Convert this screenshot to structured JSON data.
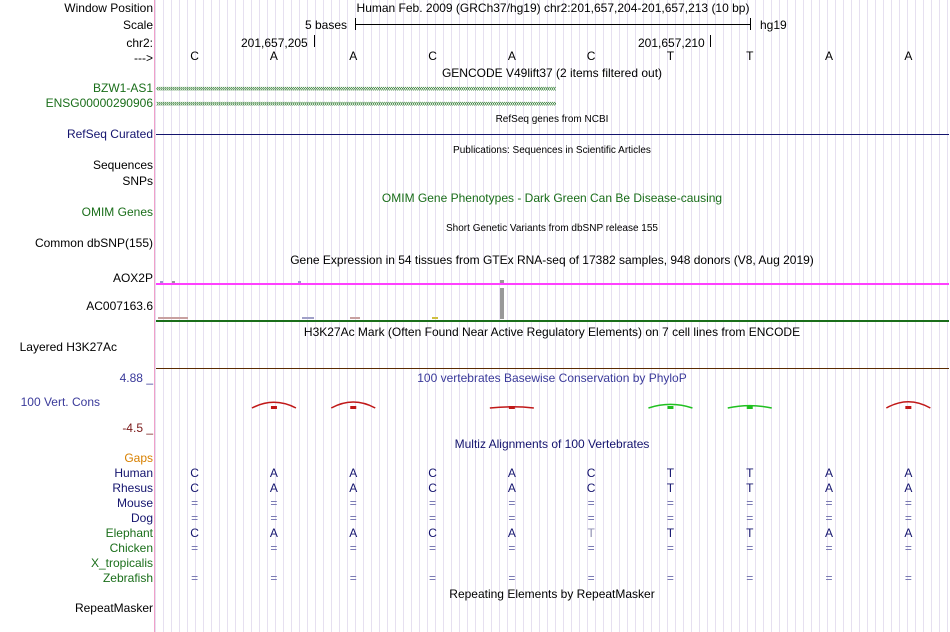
{
  "header": {
    "window_position_label": "Window Position",
    "scale_label": "Scale",
    "chr_label": "chr2:",
    "arrow_label": "--->",
    "assembly_text": "Human Feb. 2009 (GRCh37/hg19)   chr2:201,657,204-201,657,213 (10 bp)",
    "scale_text": "5 bases",
    "db_text": "hg19",
    "pos1": "201,657,205",
    "pos2": "201,657,210"
  },
  "bases": [
    "C",
    "A",
    "A",
    "C",
    "A",
    "C",
    "T",
    "T",
    "A",
    "A"
  ],
  "tracks": {
    "gencode_title": "GENCODE V49lift37 (2 items filtered out)",
    "gene1": "BZW1-AS1",
    "gene2": "ENSG00000290906",
    "refseq_label": "RefSeq Curated",
    "refseq_title": "RefSeq genes from NCBI",
    "publications_title": "Publications: Sequences in Scientific Articles",
    "sequences_label": "Sequences",
    "snps_label": "SNPs",
    "omim_title": "OMIM Gene Phenotypes - Dark Green Can Be Disease-causing",
    "omim_label": "OMIM Genes",
    "dbsnp_title": "Short Genetic Variants from dbSNP release 155",
    "dbsnp_label": "Common dbSNP(155)",
    "gtex_title": "Gene Expression in 54 tissues from GTEx RNA-seq of 17382 samples, 948 donors (V8, Aug 2019)",
    "gtex_gene1": "AOX2P",
    "gtex_gene2": "AC007163.6",
    "h3k27_title": "H3K27Ac Mark (Often Found Near Active Regulatory Elements) on 7 cell lines from ENCODE",
    "h3k27_label": "Layered H3K27Ac",
    "phylop_max": "4.88 _",
    "phylop_title": "100 vertebrates Basewise Conservation by PhyloP",
    "phylop_label": "100 Vert. Cons",
    "phylop_min": "-4.5 _",
    "multiz_title": "Multiz Alignments of 100 Vertebrates",
    "gaps_label": "Gaps",
    "repeat_title": "Repeating Elements by RepeatMasker",
    "repeat_label": "RepeatMasker"
  },
  "species": [
    {
      "name": "Human",
      "row": [
        "C",
        "A",
        "A",
        "C",
        "A",
        "C",
        "T",
        "T",
        "A",
        "A"
      ]
    },
    {
      "name": "Rhesus",
      "row": [
        "C",
        "A",
        "A",
        "C",
        "A",
        "C",
        "T",
        "T",
        "A",
        "A"
      ]
    },
    {
      "name": "Mouse",
      "row": [
        "=",
        "=",
        "=",
        "=",
        "=",
        "=",
        "=",
        "=",
        "=",
        "="
      ]
    },
    {
      "name": "Dog",
      "row": [
        "=",
        "=",
        "=",
        "=",
        "=",
        "=",
        "=",
        "=",
        "=",
        "="
      ]
    },
    {
      "name": "Elephant",
      "row": [
        "C",
        "A",
        "A",
        "C",
        "A",
        "T",
        "T",
        "T",
        "A",
        "A"
      ]
    },
    {
      "name": "Chicken",
      "row": [
        "=",
        "=",
        "=",
        "=",
        "=",
        "=",
        "=",
        "=",
        "=",
        "="
      ]
    },
    {
      "name": "X_tropicalis",
      "row": [
        "",
        "",
        "",
        "",
        "",
        "",
        "",
        "",
        "",
        ""
      ]
    },
    {
      "name": "Zebrafish",
      "row": [
        "=",
        "=",
        "=",
        "=",
        "=",
        "=",
        "=",
        "=",
        "=",
        "="
      ]
    }
  ],
  "phylop_values": [
    0.0,
    1.9,
    2.0,
    0.0,
    0.4,
    0.0,
    1.2,
    0.8,
    0.0,
    2.1
  ],
  "colors": {
    "gene_green": "#1a6e1a",
    "refseq_navy": "#14146e",
    "omim_green": "#1a6e1a",
    "phylop_blue": "#3a3a9a",
    "phylop_red": "#c01818",
    "gaps_orange": "#d88000",
    "gtex_magenta": "#ff40ff",
    "h3k_brown": "#5a2a00",
    "species_navy": "#14146e",
    "species_green": "#1a6e1a"
  }
}
